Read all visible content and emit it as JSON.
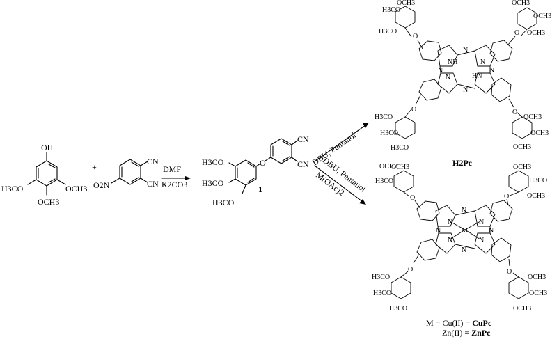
{
  "reactant_phenol": {
    "oh": "OH",
    "left_ome": "H3CO",
    "right_ome": "OCH3",
    "bottom_ome": "OCH3"
  },
  "plus_sign": "+",
  "reactant_nitrile": {
    "nitro": "O2N",
    "cn_top": "CN",
    "cn_bottom": "CN"
  },
  "step1": {
    "solvent": "DMF",
    "base": "K2CO3"
  },
  "product1": {
    "label": "1",
    "ome_top": "H3CO",
    "ome_mid": "H3CO",
    "ome_bottom": "H3CO",
    "cn_top": "CN",
    "cn_bottom": "CN"
  },
  "step2_upper": {
    "conditions": "DBU, Pentanol"
  },
  "step2_lower": {
    "conditions": "DBU, Pentanol",
    "metal_salt": "M(OAc)2"
  },
  "h2pc": {
    "label": "H2Pc",
    "nh_top": "NH",
    "hn_bottom": "HN",
    "n": "N",
    "o": "O",
    "ome_labels": [
      "H3CO",
      "H3CO",
      "OCH3",
      "OCH3",
      "OCH3",
      "OCH3",
      "H3CO",
      "H3CO",
      "H3CO",
      "OCH3",
      "OCH3",
      "OCH3"
    ]
  },
  "mpc": {
    "metal": "M",
    "n": "N",
    "o": "O",
    "ome_labels": [
      "H3CO",
      "OCH3",
      "OCH3",
      "OCH3",
      "H3CO",
      "OCH3",
      "H3CO",
      "H3CO",
      "H3CO",
      "OCH3",
      "OCH3",
      "OCH3"
    ]
  },
  "legend": {
    "line1_prefix": "M = Cu(II) = ",
    "line1_name": "CuPc",
    "line2_prefix": "Zn(II) = ",
    "line2_name": "ZnPc"
  }
}
